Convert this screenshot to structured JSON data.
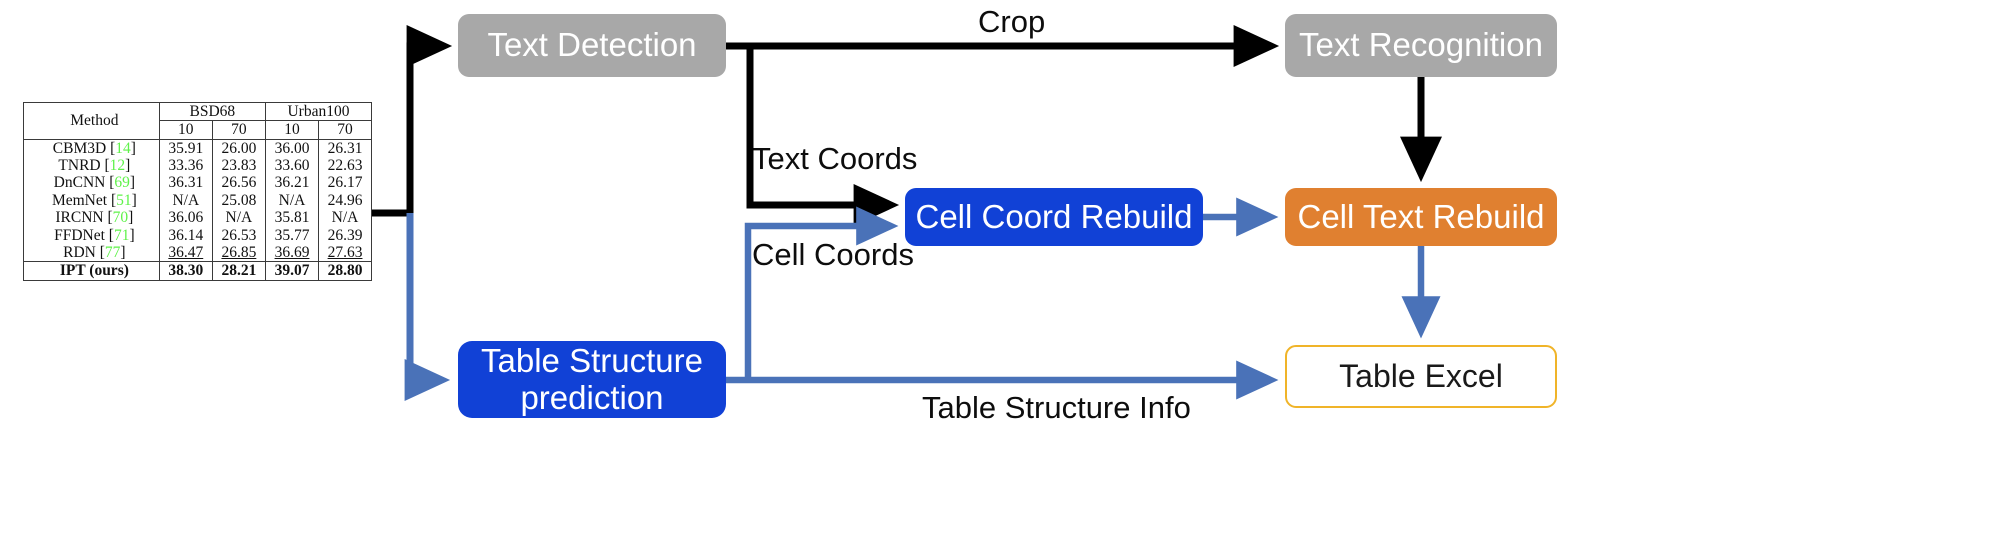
{
  "paper_table": {
    "col_method": "Method",
    "groups": [
      "BSD68",
      "Urban100"
    ],
    "sub_headers": [
      "10",
      "70",
      "10",
      "70"
    ],
    "rows": [
      {
        "method": "CBM3D",
        "cite": "14",
        "values": [
          "35.91",
          "26.00",
          "36.00",
          "26.31"
        ]
      },
      {
        "method": "TNRD",
        "cite": "12",
        "values": [
          "33.36",
          "23.83",
          "33.60",
          "22.63"
        ]
      },
      {
        "method": "DnCNN",
        "cite": "69",
        "values": [
          "36.31",
          "26.56",
          "36.21",
          "26.17"
        ]
      },
      {
        "method": "MemNet",
        "cite": "51",
        "values": [
          "N/A",
          "25.08",
          "N/A",
          "24.96"
        ]
      },
      {
        "method": "IRCNN",
        "cite": "70",
        "values": [
          "36.06",
          "N/A",
          "35.81",
          "N/A"
        ]
      },
      {
        "method": "FFDNet",
        "cite": "71",
        "values": [
          "36.14",
          "26.53",
          "35.77",
          "26.39"
        ]
      },
      {
        "method": "RDN",
        "cite": "77",
        "values": [
          "36.47",
          "26.85",
          "36.69",
          "27.63"
        ],
        "style": "underline"
      },
      {
        "method": "IPT (ours)",
        "cite": "",
        "values": [
          "38.30",
          "28.21",
          "39.07",
          "28.80"
        ],
        "style": "bold"
      }
    ]
  },
  "flow": {
    "boxes": {
      "text_detection": {
        "label": "Text Detection",
        "color": "#a8a8a8"
      },
      "text_recognition": {
        "label": "Text Recognition",
        "color": "#a8a8a8"
      },
      "cell_coord": {
        "label": "Cell Coord Rebuild",
        "color": "#1141d6"
      },
      "cell_text": {
        "label": "Cell Text Rebuild",
        "color": "#e08030"
      },
      "table_structure": {
        "label": "Table Structure prediction",
        "color": "#1141d6"
      },
      "table_excel": {
        "label": "Table Excel",
        "color": "#f0b429"
      }
    },
    "edge_labels": {
      "crop": "Crop",
      "text_coords": "Text Coords",
      "cell_coords": "Cell Coords",
      "table_structure_info": "Table Structure Info"
    },
    "arrow_colors": {
      "black": "#000000",
      "blue": "#4a72b8"
    }
  }
}
